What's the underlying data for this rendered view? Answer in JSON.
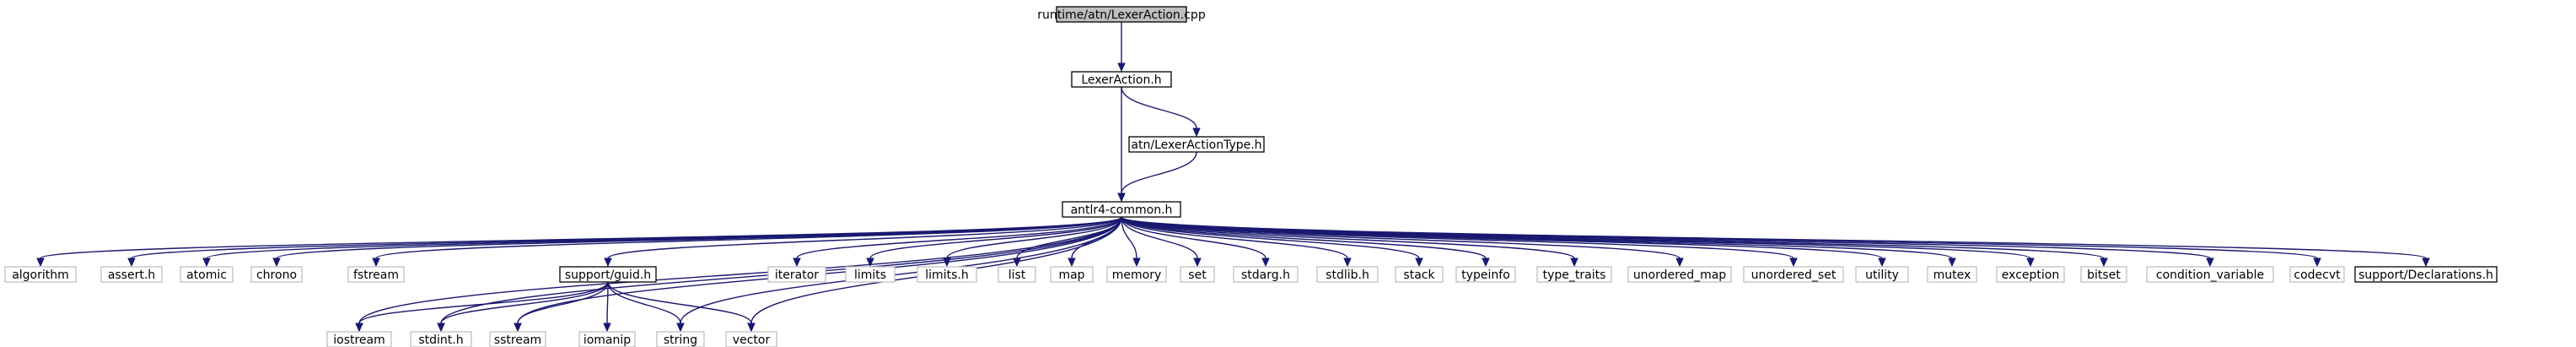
{
  "graph": {
    "colors": {
      "edge": "#191970",
      "root_fill": "#bfbfbf",
      "node_fill": "#ffffff",
      "documented_border": "#000000",
      "external_border": "#bfbfbf"
    },
    "nodes": {
      "root": {
        "label": "runtime/atn/LexerAction.cpp",
        "kind": "root"
      },
      "lexeraction_h": {
        "label": "LexerAction.h",
        "kind": "documented"
      },
      "lexeractiontype_h": {
        "label": "atn/LexerActionType.h",
        "kind": "documented"
      },
      "antlr4_common_h": {
        "label": "antlr4-common.h",
        "kind": "documented"
      },
      "algorithm": {
        "label": "algorithm",
        "kind": "external"
      },
      "assert_h": {
        "label": "assert.h",
        "kind": "external"
      },
      "atomic": {
        "label": "atomic",
        "kind": "external"
      },
      "chrono": {
        "label": "chrono",
        "kind": "external"
      },
      "fstream": {
        "label": "fstream",
        "kind": "external"
      },
      "support_guid_h": {
        "label": "support/guid.h",
        "kind": "documented"
      },
      "iterator": {
        "label": "iterator",
        "kind": "external"
      },
      "limits": {
        "label": "limits",
        "kind": "external"
      },
      "limits_h": {
        "label": "limits.h",
        "kind": "external"
      },
      "list": {
        "label": "list",
        "kind": "external"
      },
      "map": {
        "label": "map",
        "kind": "external"
      },
      "memory": {
        "label": "memory",
        "kind": "external"
      },
      "set": {
        "label": "set",
        "kind": "external"
      },
      "stdarg_h": {
        "label": "stdarg.h",
        "kind": "external"
      },
      "stdlib_h": {
        "label": "stdlib.h",
        "kind": "external"
      },
      "stack": {
        "label": "stack",
        "kind": "external"
      },
      "typeinfo": {
        "label": "typeinfo",
        "kind": "external"
      },
      "type_traits": {
        "label": "type_traits",
        "kind": "external"
      },
      "unordered_map": {
        "label": "unordered_map",
        "kind": "external"
      },
      "unordered_set": {
        "label": "unordered_set",
        "kind": "external"
      },
      "utility": {
        "label": "utility",
        "kind": "external"
      },
      "mutex": {
        "label": "mutex",
        "kind": "external"
      },
      "exception": {
        "label": "exception",
        "kind": "external"
      },
      "bitset": {
        "label": "bitset",
        "kind": "external"
      },
      "condition_variable": {
        "label": "condition_variable",
        "kind": "external"
      },
      "codecvt": {
        "label": "codecvt",
        "kind": "external"
      },
      "support_declarations_h": {
        "label": "support/Declarations.h",
        "kind": "documented"
      },
      "iostream": {
        "label": "iostream",
        "kind": "external"
      },
      "stdint_h": {
        "label": "stdint.h",
        "kind": "external"
      },
      "sstream": {
        "label": "sstream",
        "kind": "external"
      },
      "iomanip": {
        "label": "iomanip",
        "kind": "external"
      },
      "string": {
        "label": "string",
        "kind": "external"
      },
      "vector": {
        "label": "vector",
        "kind": "external"
      }
    },
    "edges": [
      [
        "root",
        "lexeraction_h"
      ],
      [
        "lexeraction_h",
        "antlr4_common_h"
      ],
      [
        "lexeraction_h",
        "lexeractiontype_h"
      ],
      [
        "lexeractiontype_h",
        "antlr4_common_h"
      ],
      [
        "antlr4_common_h",
        "algorithm"
      ],
      [
        "antlr4_common_h",
        "assert_h"
      ],
      [
        "antlr4_common_h",
        "atomic"
      ],
      [
        "antlr4_common_h",
        "chrono"
      ],
      [
        "antlr4_common_h",
        "fstream"
      ],
      [
        "antlr4_common_h",
        "iostream"
      ],
      [
        "antlr4_common_h",
        "support_guid_h"
      ],
      [
        "antlr4_common_h",
        "stdint_h"
      ],
      [
        "antlr4_common_h",
        "sstream"
      ],
      [
        "antlr4_common_h",
        "string"
      ],
      [
        "antlr4_common_h",
        "vector"
      ],
      [
        "antlr4_common_h",
        "iterator"
      ],
      [
        "antlr4_common_h",
        "limits"
      ],
      [
        "antlr4_common_h",
        "limits_h"
      ],
      [
        "antlr4_common_h",
        "list"
      ],
      [
        "antlr4_common_h",
        "map"
      ],
      [
        "antlr4_common_h",
        "memory"
      ],
      [
        "antlr4_common_h",
        "set"
      ],
      [
        "antlr4_common_h",
        "stdarg_h"
      ],
      [
        "antlr4_common_h",
        "stdlib_h"
      ],
      [
        "antlr4_common_h",
        "stack"
      ],
      [
        "antlr4_common_h",
        "typeinfo"
      ],
      [
        "antlr4_common_h",
        "type_traits"
      ],
      [
        "antlr4_common_h",
        "unordered_map"
      ],
      [
        "antlr4_common_h",
        "unordered_set"
      ],
      [
        "antlr4_common_h",
        "utility"
      ],
      [
        "antlr4_common_h",
        "mutex"
      ],
      [
        "antlr4_common_h",
        "exception"
      ],
      [
        "antlr4_common_h",
        "bitset"
      ],
      [
        "antlr4_common_h",
        "condition_variable"
      ],
      [
        "antlr4_common_h",
        "codecvt"
      ],
      [
        "antlr4_common_h",
        "support_declarations_h"
      ],
      [
        "support_guid_h",
        "iostream"
      ],
      [
        "support_guid_h",
        "stdint_h"
      ],
      [
        "support_guid_h",
        "sstream"
      ],
      [
        "support_guid_h",
        "iomanip"
      ],
      [
        "support_guid_h",
        "string"
      ],
      [
        "support_guid_h",
        "vector"
      ]
    ]
  }
}
